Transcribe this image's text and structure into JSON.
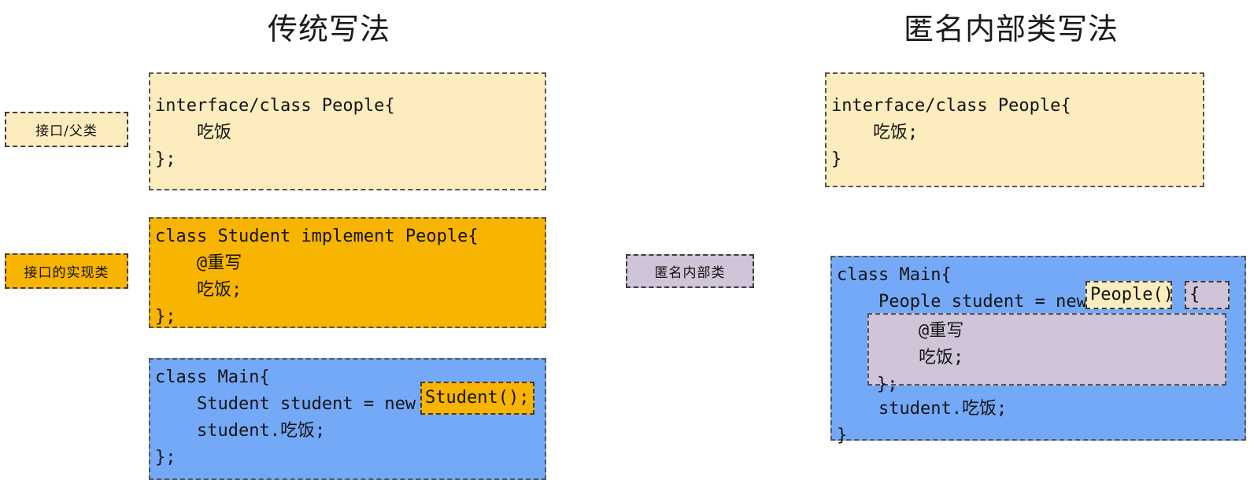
{
  "diagram": {
    "type": "comparison-diagram",
    "topic": "Java anonymous inner class vs traditional implementation",
    "left_panel": {
      "title": "传统写法",
      "labels": [
        {
          "name": "interface-parent-class",
          "text": "接口/父类",
          "color": "#fdecbe"
        },
        {
          "name": "interface-implementation-class",
          "text": "接口的实现类",
          "color": "#f7b400"
        }
      ],
      "boxes": [
        {
          "name": "people-interface-box",
          "color": "#fdecbe",
          "code": "interface/class People{\n    吃饭\n};"
        },
        {
          "name": "student-class-box",
          "color": "#f7b400",
          "code": "class Student implement People{\n    @重写\n    吃饭;\n};"
        },
        {
          "name": "main-class-box",
          "color": "#74a9f7",
          "code": "class Main{\n    Student student = new\n    student.吃饭;\n};"
        }
      ],
      "highlight_chip": {
        "name": "student-constructor-chip",
        "text": "Student();",
        "color": "#f7b400"
      }
    },
    "right_panel": {
      "title": "匿名内部类写法",
      "labels": [
        {
          "name": "anonymous-inner-class",
          "text": "匿名内部类",
          "color": "#cfc4d8"
        }
      ],
      "boxes": [
        {
          "name": "people-interface-box",
          "color": "#fdecbe",
          "code": "interface/class People{\n    吃饭;\n}"
        },
        {
          "name": "main-class-box",
          "color": "#74a9f7",
          "code": "class Main{\n    People student = new\n\n\n\n    student.吃饭;\n}"
        },
        {
          "name": "anonymous-body-box",
          "color": "#cfc4d8",
          "code": "    @重写\n    吃饭;\n};"
        }
      ],
      "highlight_chips": [
        {
          "name": "people-constructor-chip",
          "text": "People()",
          "color": "#fdecbe"
        },
        {
          "name": "open-brace-chip",
          "text": "{",
          "color": "#cfc4d8"
        }
      ]
    },
    "colors": {
      "yellow": "#fdecbe",
      "orange": "#f7b400",
      "blue": "#74a9f7",
      "purple": "#cfc4d8",
      "border": "#555555",
      "text": "#141414",
      "background": "#ffffff"
    }
  }
}
